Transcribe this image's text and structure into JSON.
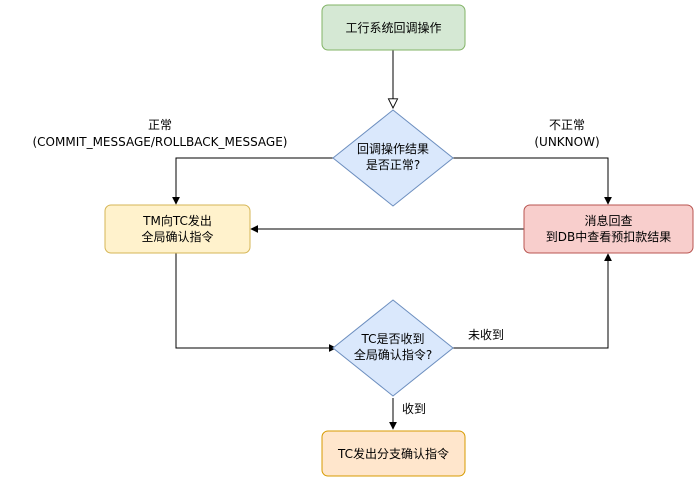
{
  "nodes": {
    "callback_start": {
      "label": "工行系统回调操作",
      "fill": "#d5e8d4",
      "stroke": "#82b366"
    },
    "decision_result": {
      "line1": "回调操作结果",
      "line2": "是否正常?",
      "fill": "#dae8fc",
      "stroke": "#6c8ebf"
    },
    "tm_send": {
      "line1": "TM向TC发出",
      "line2": "全局确认指令",
      "fill": "#fff2cc",
      "stroke": "#d6b656"
    },
    "msg_check": {
      "line1": "消息回查",
      "line2": "到DB中查看预扣款结果",
      "fill": "#f8cecc",
      "stroke": "#b85450"
    },
    "decision_received": {
      "line1": "TC是否收到",
      "line2": "全局确认指令?",
      "fill": "#dae8fc",
      "stroke": "#6c8ebf"
    },
    "tc_branch": {
      "label": "TC发出分支确认指令",
      "fill": "#ffe6cc",
      "stroke": "#d79b00"
    }
  },
  "edge_labels": {
    "normal_line1": "正常",
    "normal_line2": "(COMMIT_MESSAGE/ROLLBACK_MESSAGE)",
    "abnormal_line1": "不正常",
    "abnormal_line2": "(UNKNOW)",
    "not_received": "未收到",
    "received": "收到"
  }
}
